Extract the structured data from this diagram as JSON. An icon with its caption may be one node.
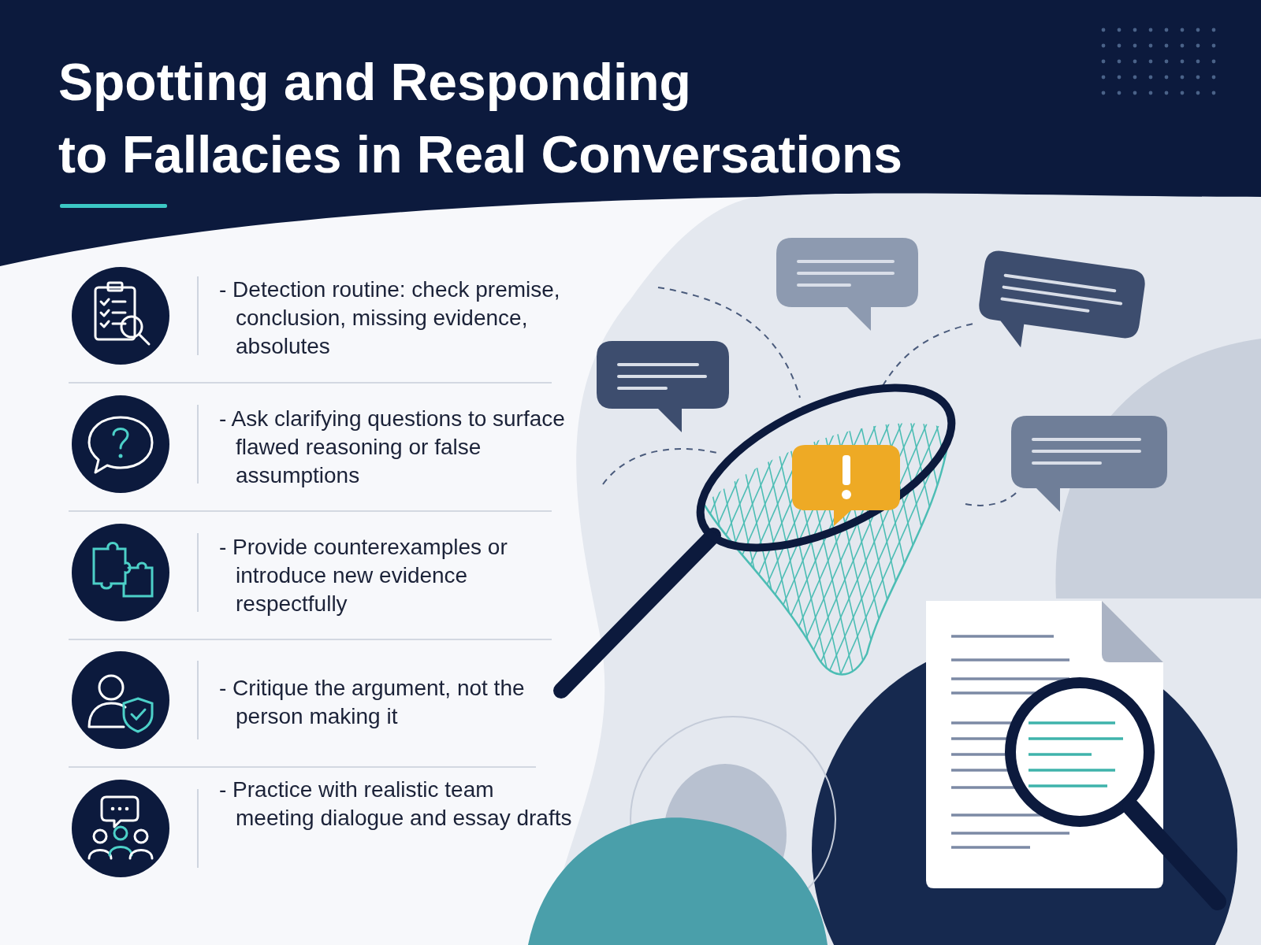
{
  "diagram": {
    "title": "Spotting and Responding to Fallacies in Real Conversations",
    "labels": [
      "- Detection routine: check premise, conclusion, missing evidence, absolutes",
      "- Ask clarifying questions to surface flawed reasoning or false assumptions",
      "- Provide counterexamples or introduce new evidence respectfully",
      "- Critique the argument, not the person making it",
      "- Practice with realistic team meeting dialogue and essay drafts"
    ]
  }
}
